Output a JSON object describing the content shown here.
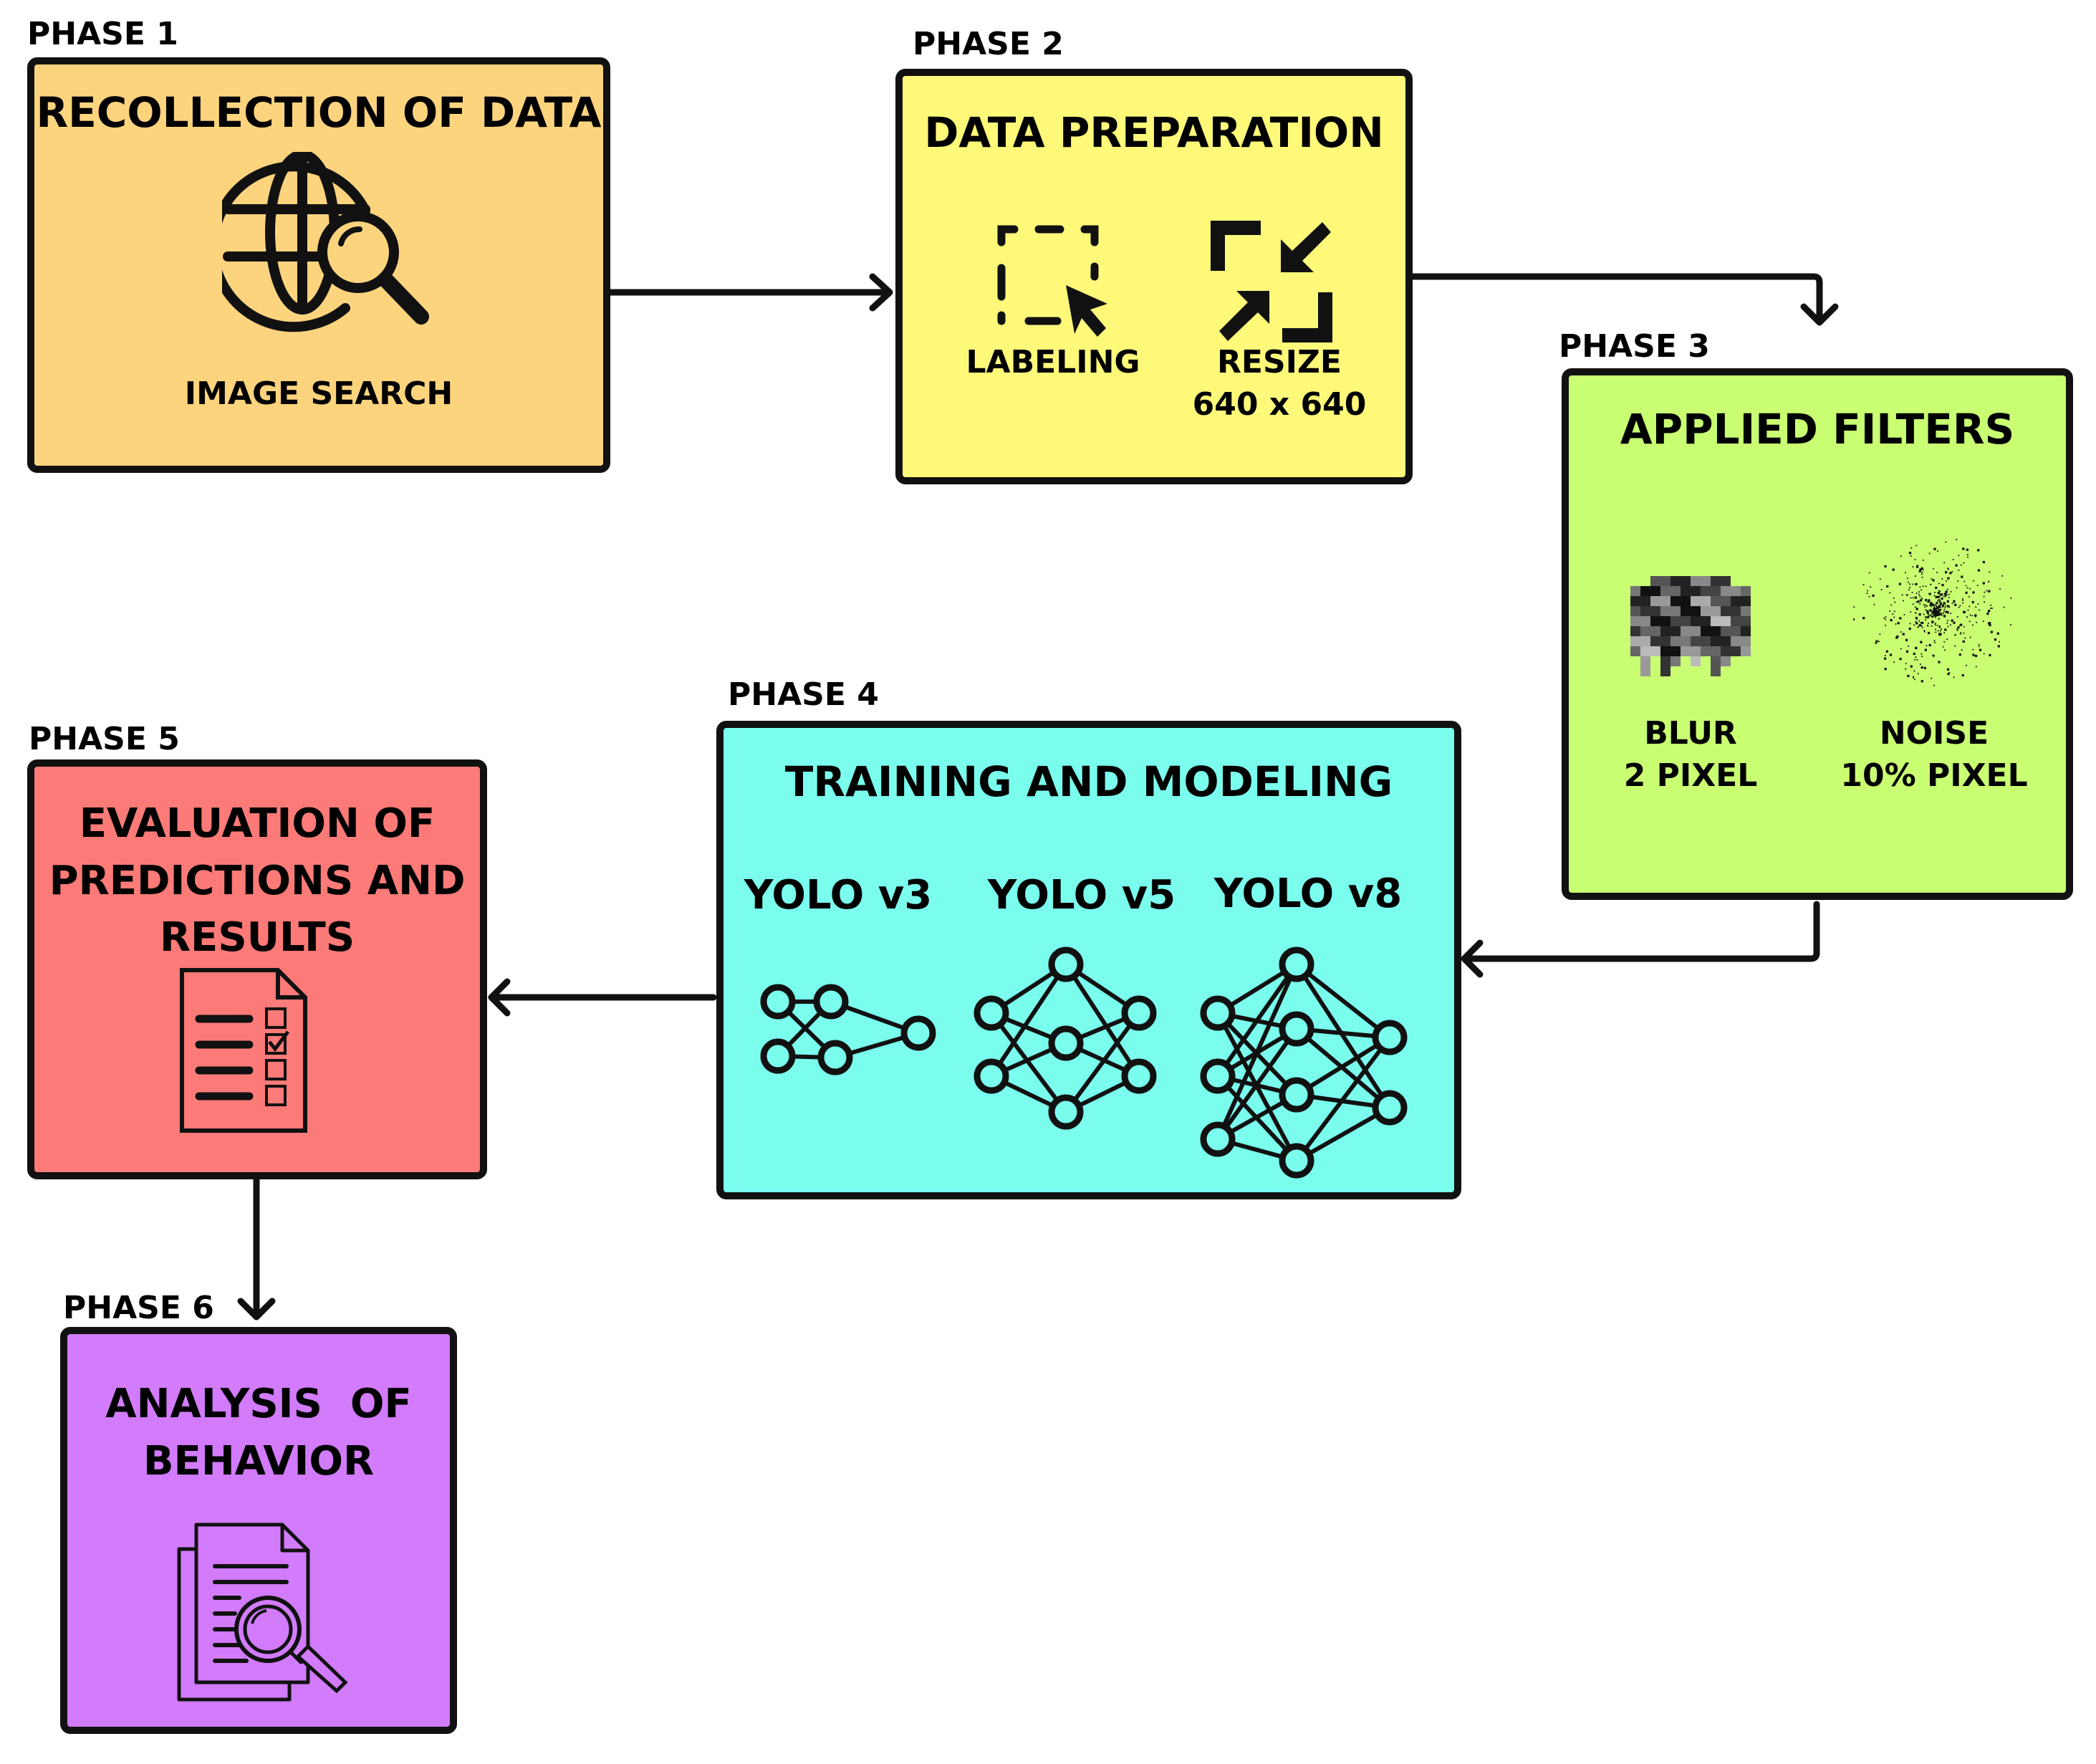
{
  "phases": [
    {
      "label": "PHASE 1",
      "title": "RECOLLECTION OF DATA",
      "color": "#FDD47E",
      "items": [
        {
          "icon": "globe-search-icon",
          "caption": "IMAGE SEARCH"
        }
      ]
    },
    {
      "label": "PHASE 2",
      "title": "DATA PREPARATION",
      "color": "#FFF97A",
      "items": [
        {
          "icon": "selection-cursor-icon",
          "caption": "LABELING"
        },
        {
          "icon": "resize-arrows-icon",
          "caption": "RESIZE",
          "detail": "640 x 640"
        }
      ]
    },
    {
      "label": "PHASE 3",
      "title": "APPLIED FILTERS",
      "color": "#C9FE72",
      "items": [
        {
          "icon": "pixel-blur-icon",
          "caption": "BLUR",
          "detail": "2 PIXEL"
        },
        {
          "icon": "noise-dots-icon",
          "caption": "NOISE",
          "detail": "10% PIXEL"
        }
      ]
    },
    {
      "label": "PHASE 4",
      "title": "TRAINING AND MODELING",
      "color": "#7BFDEE",
      "items": [
        {
          "icon": "neural-net-small-icon",
          "caption": "YOLO v3"
        },
        {
          "icon": "neural-net-medium-icon",
          "caption": "YOLO v5"
        },
        {
          "icon": "neural-net-large-icon",
          "caption": "YOLO v8"
        }
      ]
    },
    {
      "label": "PHASE 5",
      "title_lines": [
        "EVALUATION OF",
        "PREDICTIONS AND",
        "RESULTS"
      ],
      "color": "#FC7A77",
      "items": [
        {
          "icon": "checklist-document-icon"
        }
      ]
    },
    {
      "label": "PHASE 6",
      "title_lines": [
        "ANALYSIS  OF",
        "BEHAVIOR"
      ],
      "color": "#D27BFB",
      "items": [
        {
          "icon": "document-search-icon"
        }
      ]
    }
  ],
  "flow": [
    "PHASE 1",
    "PHASE 2",
    "PHASE 3",
    "PHASE 4",
    "PHASE 5",
    "PHASE 6"
  ]
}
